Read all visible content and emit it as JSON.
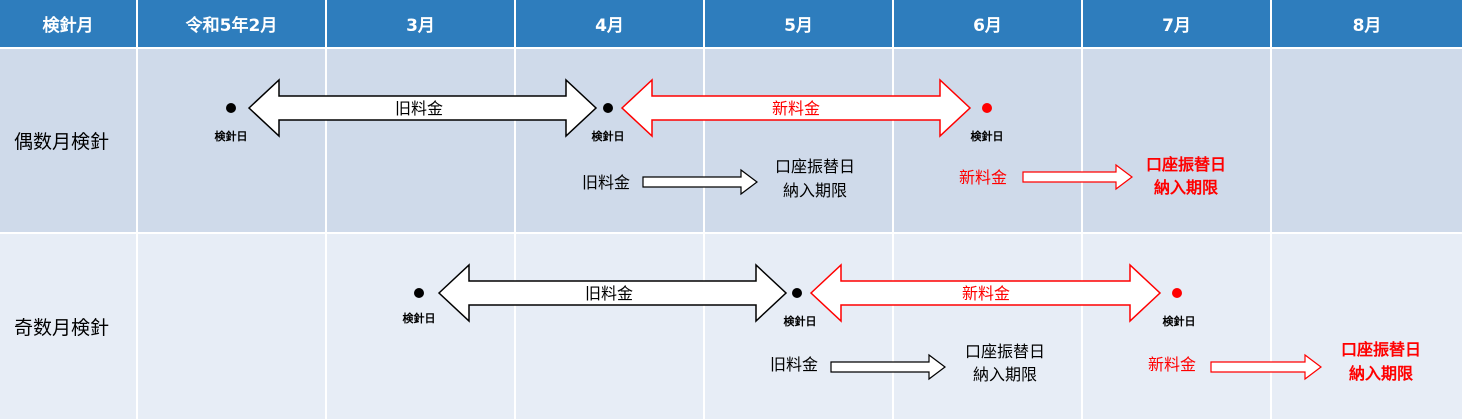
{
  "header": {
    "col0": "検針月",
    "months": [
      "令和5年2月",
      "3月",
      "4月",
      "5月",
      "6月",
      "7月",
      "8月"
    ]
  },
  "rows": {
    "even_label": "偶数月検針",
    "odd_label": "奇数月検針"
  },
  "labels": {
    "old_rate": "旧料金",
    "new_rate": "新料金",
    "meter_day": "検針日",
    "debit_line1": "口座振替日",
    "debit_line2": "納入期限"
  },
  "colors": {
    "header_bg": "#2e7dbd",
    "row_even_bg": "#cfdaea",
    "row_odd_bg": "#e7edf6",
    "new_rate_red": "#ff0000",
    "old_rate_black": "#000000"
  }
}
